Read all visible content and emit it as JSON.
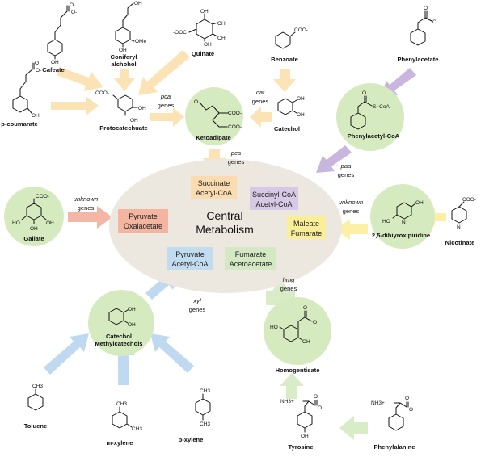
{
  "colors": {
    "ellipse": "#ece7df",
    "circle": "#d6eabf",
    "arrow_yellow": "#fbe3b5",
    "arrow_purple": "#c9b6de",
    "arrow_blue": "#bfd9f0",
    "arrow_green": "#d9ecc8",
    "arrow_salmon": "#f4b7a7",
    "arrow_lemon": "#fbf0a6",
    "box_tan": "#fbdcb1",
    "box_purple": "#d6c9e6",
    "box_salmon": "#f3b4a0",
    "box_yellow": "#fbee99",
    "box_blue": "#c2dcef",
    "box_green": "#d4e8c3"
  },
  "center": {
    "line1": "Central",
    "line2": "Metabolism"
  },
  "boxes": {
    "succinate_l1": "Succinate",
    "succinate_l2": "Acetyl-CoA",
    "succinylcoa_l1": "Succinyl-CoA",
    "succinylcoa_l2": "Acetyl-CoA",
    "pyruvate_ox_l1": "Pyruvate",
    "pyruvate_ox_l2": "Oxalacetate",
    "maleate_l1": "Maleate",
    "maleate_l2": "Fumarate",
    "pyruvate_ac_l1": "Pyruvate",
    "pyruvate_ac_l2": "Acetyl-CoA",
    "fumarate_l1": "Fumarate",
    "fumarate_l2": "Acetoacetate"
  },
  "genes": {
    "pca1": "pca",
    "cat": "cat",
    "pca2": "pca",
    "paa": "paa",
    "unknown1": "unknown",
    "unknown2": "unknown",
    "xyl": "xyl",
    "hmg": "hmg",
    "word": "genes"
  },
  "compounds": {
    "cafeate": "Cafeate",
    "coniferyl1": "Coniferyl",
    "coniferyl2": "alchohol",
    "quinate": "Quinate",
    "benzoate": "Benzoate",
    "phenylacetate": "Phenylacetate",
    "pcoumarate": "p-coumarate",
    "protocatechuate": "Protocatechuate",
    "ketoadipate": "Ketoadipate",
    "catechol": "Catechol",
    "phenylacetylcoa": "Phenylacetyl-CoA",
    "gallate": "Gallate",
    "dihydroxypyridine": "2,5-dihiyroxipiridine",
    "nicotinate": "Nicotinate",
    "catechol_methyl1": "Catechol",
    "catechol_methyl2": "Methylcatechols",
    "homogentisate": "Homogentisate",
    "toluene": "Toluene",
    "mxylene": "m-xylene",
    "pxylene": "p-xylene",
    "tyrosine": "Tyrosine",
    "phenylalanine": "Phenylalanine"
  },
  "atoms": {
    "o": "O",
    "ominus": "O-",
    "oh": "OH",
    "ho": "HO",
    "n": "N",
    "ome": "OMe",
    "coo": "COO-",
    "coo_pre": "-OOC",
    "s": "S",
    "scoa": "S~CoA",
    "ch3": "CH3",
    "nh3": "NH3+"
  }
}
